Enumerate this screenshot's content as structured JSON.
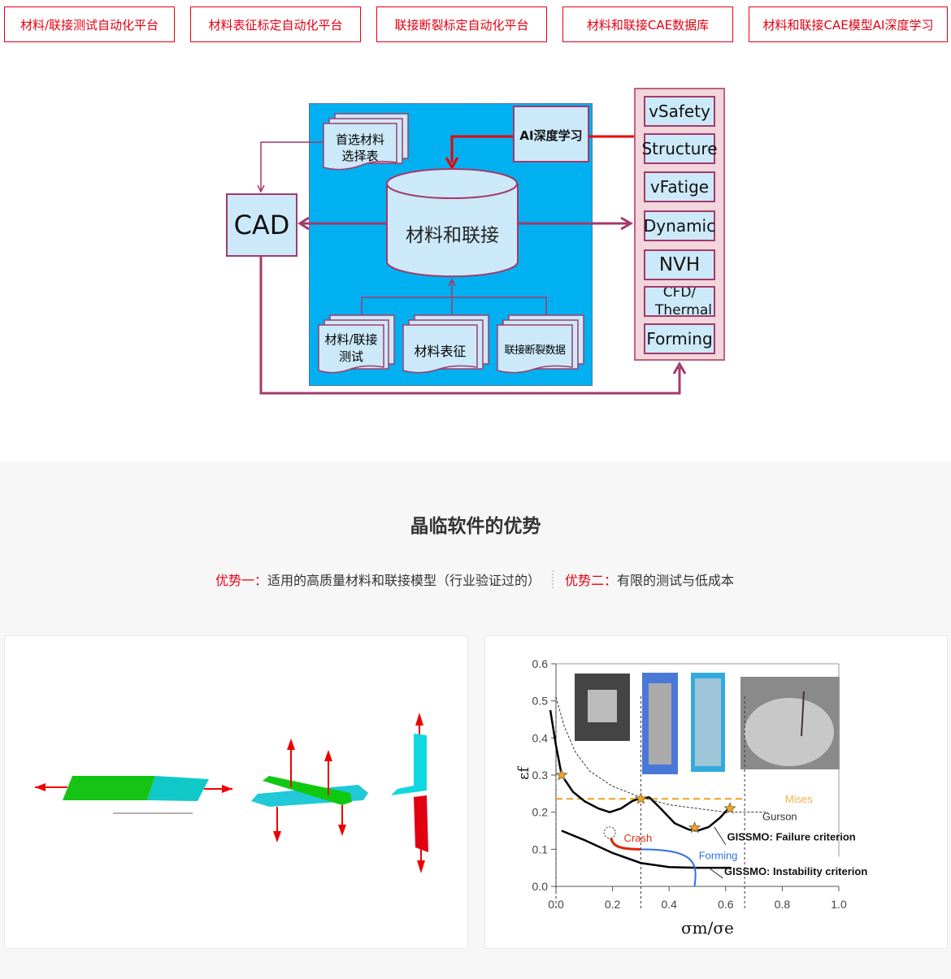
{
  "tabs": [
    "材料/联接测试自动化平台",
    "材料表征标定自动化平台",
    "联接断裂标定自动化平台",
    "材料和联接CAE数据库",
    "材料和联接CAE模型AI深度学习"
  ],
  "diagram": {
    "cad": "CAD",
    "database": "材料和联接",
    "ai": "AI深度学习",
    "selection_doc": [
      "首选材料",
      "选择表"
    ],
    "inputs": [
      [
        "材料/联接",
        "测试"
      ],
      [
        "材料表征",
        ""
      ],
      [
        "联接断裂数据",
        ""
      ]
    ],
    "apps": [
      "vSafety",
      "Structure",
      "vFatige",
      "Dynamic",
      "NVH",
      "CFD/ Thermal",
      "Forming"
    ]
  },
  "advantages": {
    "title": "晶临软件的优势",
    "items": [
      {
        "label": "优势一：",
        "text": "适用的高质量材料和联接模型（行业验证过的）"
      },
      {
        "label": "优势二：",
        "text": "有限的测试与低成本"
      }
    ]
  },
  "colors": {
    "accent": "#e60012",
    "diagram_blue": "#00b0f0",
    "line": "#a33a6b"
  },
  "chart_data": {
    "type": "line",
    "xlabel": "σm/σe",
    "ylabel": "εf",
    "xlim": [
      0,
      1.0
    ],
    "ylim": [
      0,
      0.6
    ],
    "xticks": [
      "0.0",
      "0.2",
      "0.4",
      "0.6",
      "0.8",
      "1.0"
    ],
    "yticks": [
      "0.0",
      "0.1",
      "0.2",
      "0.3",
      "0.4",
      "0.5",
      "0.6"
    ],
    "series": [
      {
        "name": "GISSMO: Failure criterion",
        "x": [
          -0.02,
          0.0,
          0.02,
          0.06,
          0.1,
          0.15,
          0.19,
          0.23,
          0.27,
          0.3,
          0.33,
          0.37,
          0.42,
          0.47,
          0.5,
          0.54,
          0.58,
          0.61
        ],
        "y": [
          0.475,
          0.38,
          0.3,
          0.255,
          0.23,
          0.21,
          0.2,
          0.21,
          0.23,
          0.238,
          0.24,
          0.21,
          0.17,
          0.153,
          0.15,
          0.16,
          0.185,
          0.21
        ]
      },
      {
        "name": "GISSMO: Instability criterion",
        "x": [
          0.02,
          0.1,
          0.2,
          0.3,
          0.4,
          0.5,
          0.62
        ],
        "y": [
          0.15,
          0.125,
          0.09,
          0.063,
          0.052,
          0.05,
          0.05
        ]
      },
      {
        "name": "Gurson",
        "x": [
          0.0,
          0.03,
          0.07,
          0.12,
          0.2,
          0.3,
          0.4,
          0.5,
          0.6,
          0.75
        ],
        "y": [
          0.51,
          0.43,
          0.36,
          0.31,
          0.27,
          0.24,
          0.22,
          0.21,
          0.2,
          0.2
        ]
      },
      {
        "name": "Mises",
        "x": [
          0.0,
          0.66
        ],
        "y": [
          0.236,
          0.236
        ]
      }
    ],
    "stars": {
      "x": [
        0.02,
        0.3,
        0.49,
        0.615
      ],
      "y": [
        0.3,
        0.236,
        0.158,
        0.21
      ]
    },
    "vlines": [
      0.0,
      0.3,
      0.667
    ],
    "annotations": {
      "crash": "Crash",
      "forming": "Forming",
      "mises": "Mises",
      "gurson": "Gurson",
      "failure": "GISSMO: Failure criterion",
      "instability": "GISSMO: Instability criterion"
    }
  }
}
